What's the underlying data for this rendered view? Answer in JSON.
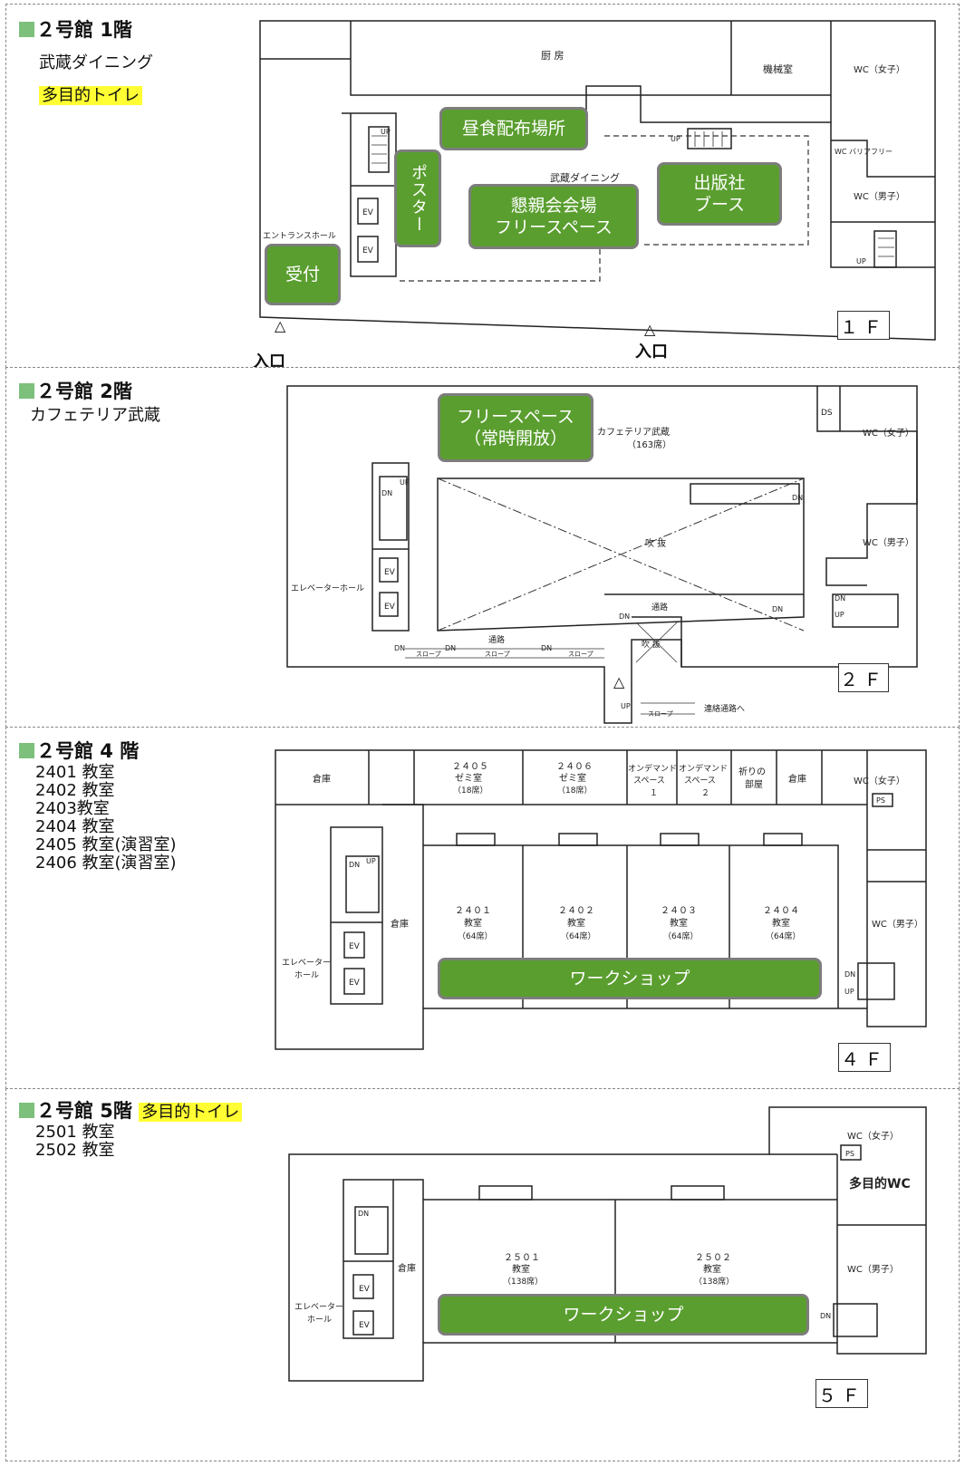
{
  "floors": [
    {
      "id": "1f",
      "title": "２号館 1階",
      "desc_lines": [
        "武蔵ダイニング"
      ],
      "toilet": "多目的トイレ",
      "floor_label": "１Ｆ",
      "rooms": {
        "kitchen": "厨 房",
        "machine": "機械室",
        "wc_f": "WC（女子）",
        "wc_m": "WC（男子）",
        "wc_bf": "WC\nバリアフリー",
        "dining": "武蔵ダイニング",
        "hall": "エントランスホール",
        "ev": "EV",
        "up": "UP"
      },
      "green_boxes": [
        "昼食配布場所",
        "ポスター",
        "懇親会会場\nフリースペース",
        "出版社\nブース",
        "受付"
      ],
      "entrance": [
        "入口",
        "入口"
      ]
    },
    {
      "id": "2f",
      "title": "２号館 2階",
      "desc_lines": [
        "カフェテリア武蔵"
      ],
      "floor_label": "２Ｆ",
      "rooms": {
        "cafeteria": "カフェテリア武蔵",
        "seats": "（163席）",
        "ds": "DS",
        "wc_f": "WC（女子）",
        "wc_m": "WC（男子）",
        "void": "吹 抜",
        "hall": "エレベーターホール",
        "passage": "通路",
        "slope": "スロープ",
        "connect": "連絡通路へ",
        "ev": "EV",
        "dn": "DN",
        "up": "UP"
      },
      "green_boxes": [
        "フリースペース\n（常時開放）"
      ]
    },
    {
      "id": "4f",
      "title": "２号館 4 階",
      "desc_lines": [
        "2401 教室",
        "2402 教室",
        "2403教室",
        "2404 教室",
        "2405 教室(演習室)",
        "2406 教室(演習室)"
      ],
      "floor_label": "４Ｆ",
      "rooms": {
        "storage": "倉庫",
        "r2405": [
          "２４０５",
          "ゼミ室",
          "（18席）"
        ],
        "r2406": [
          "２４０６",
          "ゼミ室",
          "（18席）"
        ],
        "od1": [
          "オンデマンド",
          "スペース",
          "１"
        ],
        "od2": [
          "オンデマンド",
          "スペース",
          "２"
        ],
        "prayer": [
          "祈りの",
          "部屋"
        ],
        "storage2": "倉庫",
        "wc_f": "WC（女子）",
        "ps": "PS",
        "wc_m": "WC（男子）",
        "r2401": [
          "２４０１",
          "教室",
          "（64席）"
        ],
        "r2402": [
          "２４０２",
          "教室",
          "（64席）"
        ],
        "r2403": [
          "２４０３",
          "教室",
          "（64席）"
        ],
        "r2404": [
          "２４０４",
          "教室",
          "（64席）"
        ],
        "storage3": "倉庫",
        "hall": [
          "エレベーター",
          "ホール"
        ],
        "ev": "EV",
        "dn": "DN",
        "up": "UP"
      },
      "green_boxes": [
        "ワークショップ"
      ]
    },
    {
      "id": "5f",
      "title": "２号館 5階",
      "toilet": "多目的トイレ",
      "desc_lines": [
        "2501 教室",
        "2502 教室"
      ],
      "floor_label": "５Ｆ",
      "rooms": {
        "wc_f": "WC（女子）",
        "ps": "PS",
        "multi_wc": "多目的WC",
        "wc_m": "WC（男子）",
        "r2501": [
          "２５０１",
          "教室",
          "（138席）"
        ],
        "r2502": [
          "２５０２",
          "教室",
          "（138席）"
        ],
        "storage": "倉庫",
        "hall": [
          "エレベーター",
          "ホール"
        ],
        "ev": "EV",
        "dn": "DN"
      },
      "green_boxes": [
        "ワークショップ"
      ]
    }
  ]
}
